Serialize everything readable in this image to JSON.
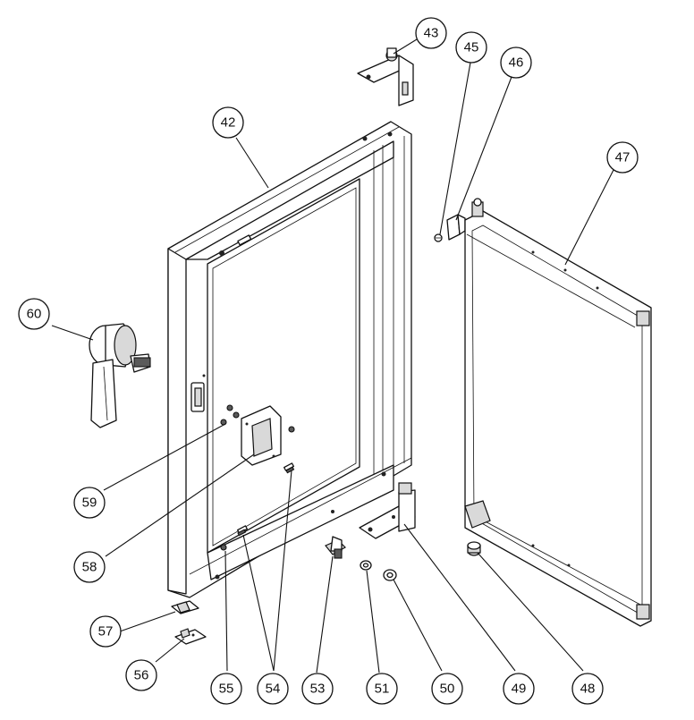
{
  "diagram": {
    "callouts": [
      {
        "id": "42",
        "label": "42"
      },
      {
        "id": "43",
        "label": "43"
      },
      {
        "id": "45",
        "label": "45"
      },
      {
        "id": "46",
        "label": "46"
      },
      {
        "id": "47",
        "label": "47"
      },
      {
        "id": "48",
        "label": "48"
      },
      {
        "id": "49",
        "label": "49"
      },
      {
        "id": "50",
        "label": "50"
      },
      {
        "id": "51",
        "label": "51"
      },
      {
        "id": "53",
        "label": "53"
      },
      {
        "id": "54",
        "label": "54"
      },
      {
        "id": "55",
        "label": "55"
      },
      {
        "id": "56",
        "label": "56"
      },
      {
        "id": "57",
        "label": "57"
      },
      {
        "id": "58",
        "label": "58"
      },
      {
        "id": "59",
        "label": "59"
      },
      {
        "id": "60",
        "label": "60"
      }
    ]
  }
}
